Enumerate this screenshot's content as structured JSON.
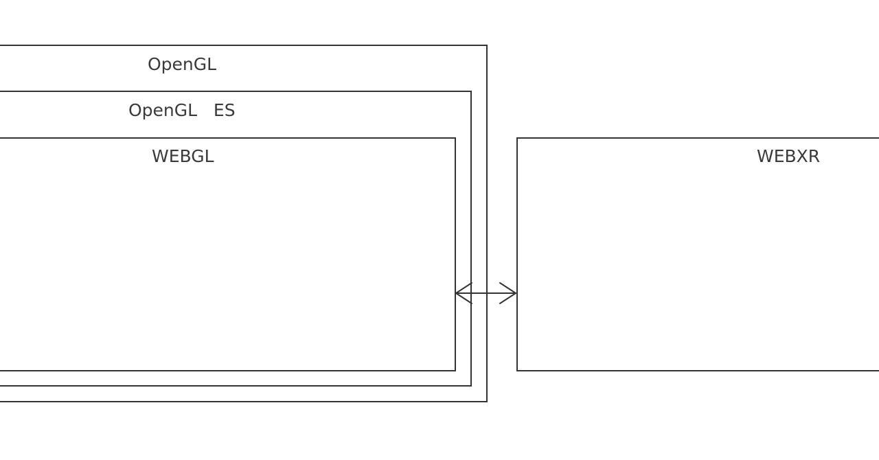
{
  "diagram": {
    "nodes": {
      "opengl": {
        "label": "OpenGL"
      },
      "opengl_es": {
        "label": "OpenGL   ES"
      },
      "webgl": {
        "label": "WEBGL"
      },
      "webxr": {
        "label": "WEBXR"
      }
    },
    "edges": [
      {
        "from": "webgl",
        "to": "webxr",
        "direction": "bidirectional"
      }
    ],
    "colors": {
      "stroke": "#333333",
      "text": "#3a3a3a",
      "background": "#ffffff"
    }
  }
}
